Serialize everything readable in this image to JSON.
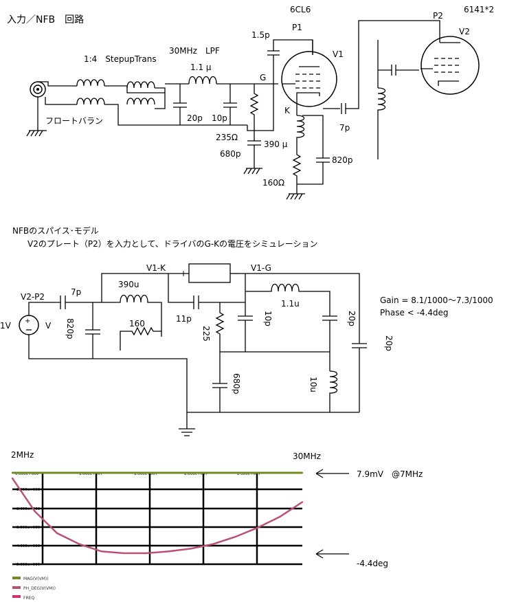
{
  "section1": {
    "title": "入力／NFB　回路",
    "driver_tube": "6CL6",
    "power_tube": "6141*2",
    "labels": {
      "c_p1_g": "1.5p",
      "p1": "P1",
      "v1": "V1",
      "p2": "P2",
      "v2": "V2",
      "trans": "1:4　StepupTrans",
      "lpf": "30MHz　LPF",
      "l_lpf": "1.1 μ",
      "g": "G",
      "c_lpf1": "20p",
      "c_lpf2": "10p",
      "balun": "フロートバラン",
      "r_g": "235Ω",
      "c_g": "680p",
      "k": "K",
      "c_fb": "7p",
      "l_k": "390 μ",
      "c_k": "820p",
      "r_k": "160Ω"
    }
  },
  "section2": {
    "title": "NFBのスパイス･モデル",
    "subtitle": "V2のプレート（P2）を入力として、ドライバのG-Kの電圧をシミュレーション",
    "labels": {
      "src_node": "V2-P2",
      "c_in": "7p",
      "src": "1V",
      "l1": "390u",
      "v1k": "V1-K",
      "v1g": "V1-G",
      "plus": "+",
      "minus": "−",
      "c_k": "820p",
      "r_k": "160",
      "c_11": "11p",
      "r_225": "225",
      "c_10": "10p",
      "l_11": "1.1u",
      "c_20a": "20p",
      "c_20b": "20p",
      "c_680": "680p",
      "l_10": "10u",
      "gain": "Gain = 8.1/1000〜7.3/1000",
      "phase": "Phase < -4.4deg"
    }
  },
  "section3": {
    "f_start": "2MHz",
    "f_end": "30MHz",
    "ann_mag": "7.9mV　@7MHz",
    "ann_phase": "-4.4deg",
    "legend": [
      "MAG(V(VM))",
      "PH_DEG(V(VM))",
      "FREQ"
    ],
    "colors": {
      "mag": "#6e8a25",
      "phase": "#b8517a"
    }
  },
  "chart_data": {
    "type": "line",
    "x_label_start": "2MHz",
    "x_label_end": "30MHz",
    "series": [
      {
        "name": "MAG(V(VM))",
        "color": "#6e8a25",
        "values": [
          0,
          0,
          0,
          0,
          0,
          0,
          0,
          0,
          0,
          0,
          0,
          0,
          0,
          0
        ]
      },
      {
        "name": "PH_DEG(V(VM))",
        "color": "#b8517a",
        "values": [
          -0.3,
          -2.1,
          -3.3,
          -3.9,
          -4.3,
          -4.4,
          -4.4,
          -4.3,
          -4.15,
          -3.9,
          -3.5,
          -3.0,
          -2.4,
          -1.6
        ]
      }
    ],
    "ylim_phase": [
      -5,
      0
    ],
    "grid": true
  }
}
